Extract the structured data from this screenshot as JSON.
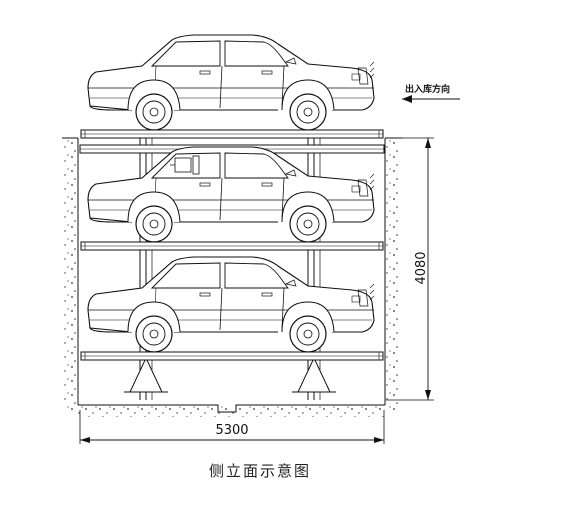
{
  "diagram": {
    "entry_direction_label": "出入库方向",
    "height_dimension": "4080",
    "width_dimension": "5300",
    "caption": "侧立面示意图"
  },
  "levels": [
    {
      "name": "top"
    },
    {
      "name": "middle"
    },
    {
      "name": "bottom"
    }
  ]
}
